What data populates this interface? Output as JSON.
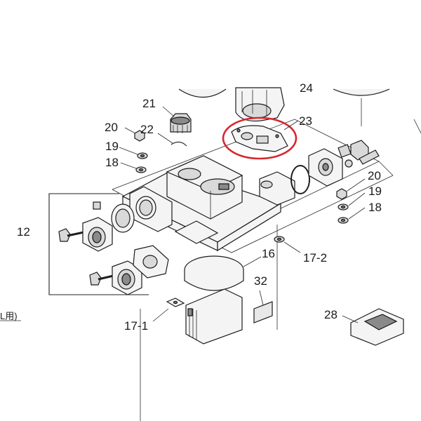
{
  "diagram": {
    "highlight_color": "#d7262e",
    "callouts": [
      {
        "id": "c21",
        "text": "21"
      },
      {
        "id": "c24",
        "text": "24"
      },
      {
        "id": "c23",
        "text": "23"
      },
      {
        "id": "c20a",
        "text": "20"
      },
      {
        "id": "c22",
        "text": "22"
      },
      {
        "id": "c19a",
        "text": "19"
      },
      {
        "id": "c18a",
        "text": "18"
      },
      {
        "id": "c12",
        "text": "12"
      },
      {
        "id": "c20b",
        "text": "20"
      },
      {
        "id": "c19b",
        "text": "19"
      },
      {
        "id": "c18b",
        "text": "18"
      },
      {
        "id": "c16",
        "text": "16"
      },
      {
        "id": "c172",
        "text": "17-2"
      },
      {
        "id": "c32",
        "text": "32"
      },
      {
        "id": "c171",
        "text": "17-1"
      },
      {
        "id": "c28",
        "text": "28"
      },
      {
        "id": "cuse",
        "text": "L用)"
      }
    ]
  }
}
